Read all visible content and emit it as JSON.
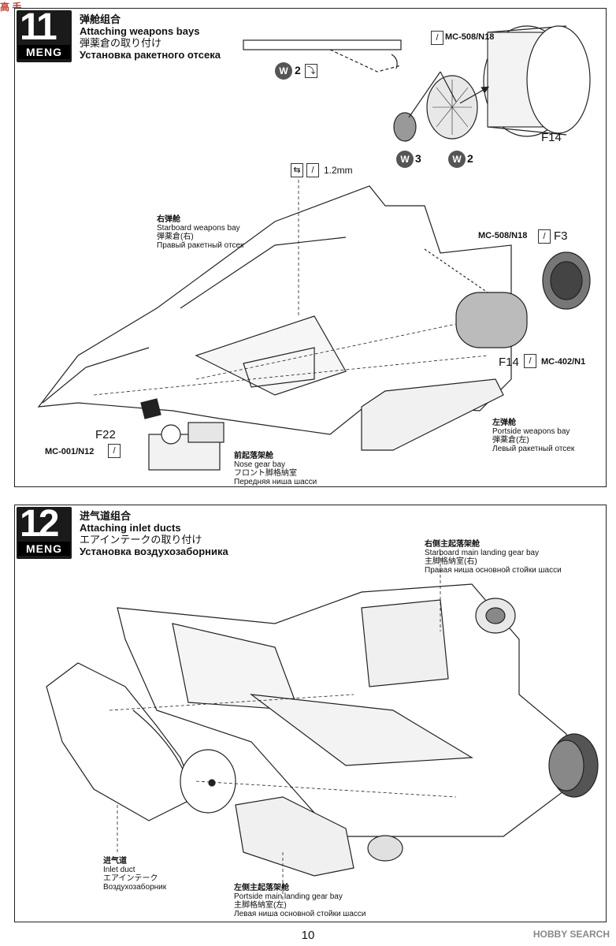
{
  "watermark_top": "高 手",
  "step11": {
    "number": "11",
    "brand": "MENG",
    "title_cn": "弹舱组合",
    "title_en": "Attaching weapons bays",
    "title_jp": "弾薬倉の取り付け",
    "title_ru": "Установка ракетного отсека",
    "starboard_bay": {
      "cn": "右弹舱",
      "en": "Starboard weapons bay",
      "jp": "弾薬倉(右)",
      "ru": "Правый ракетный отсек"
    },
    "portside_bay": {
      "cn": "左弹舱",
      "en": "Portside weapons bay",
      "jp": "弾薬倉(左)",
      "ru": "Левый ракетный отсек"
    },
    "nose_bay": {
      "cn": "前起落架舱",
      "en": "Nose gear bay",
      "jp": "フロント脚格納室",
      "ru": "Передняя ниша шасси"
    },
    "parts": {
      "f14_top": "F14",
      "f3": "F3",
      "f14_mid": "F14",
      "f22": "F22"
    },
    "codes": {
      "mc508_top": "MC-508/N18",
      "mc508_mid": "MC-508/N18",
      "mc402": "MC-402/N1",
      "mc001": "MC-001/N12"
    },
    "paint": {
      "w2_top": "2",
      "w3": "3",
      "w2_bottom": "2"
    },
    "drill": "1.2mm"
  },
  "step12": {
    "number": "12",
    "brand": "MENG",
    "title_cn": "进气道组合",
    "title_en": "Attaching inlet ducts",
    "title_jp": "エアインテークの取り付け",
    "title_ru": "Установка воздухозаборника",
    "starboard_main": {
      "cn": "右侧主起落架舱",
      "en": "Starboard main landing gear bay",
      "jp": "主脚格納室(右)",
      "ru": "Правая ниша основной стойки шасси"
    },
    "inlet": {
      "cn": "进气道",
      "en": "Inlet duct",
      "jp": "エアインテーク",
      "ru": "Воздухозаборник"
    },
    "portside_main": {
      "cn": "左侧主起落架舱",
      "en": "Portside main landing gear bay",
      "jp": "主脚格納室(左)",
      "ru": "Левая ниша основной стойки шасси"
    }
  },
  "page_number": "10",
  "watermark": "HOBBY SEARCH",
  "icons": [
    "drill-icon",
    "knife-icon",
    "bend-icon",
    "paint-badge"
  ]
}
